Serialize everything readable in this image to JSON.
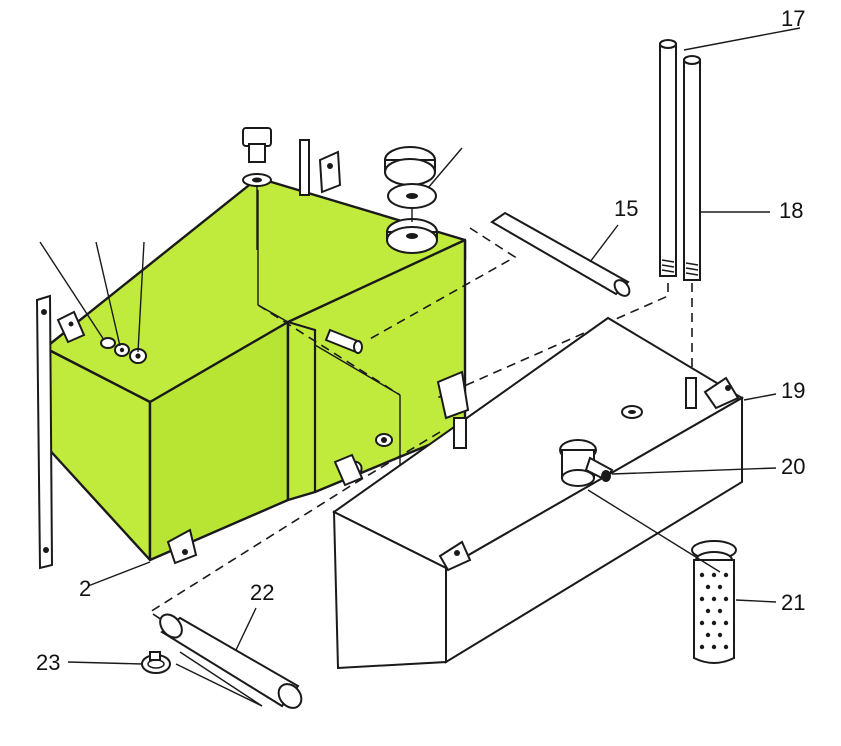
{
  "colors": {
    "tank_fill": "#c0ea3c",
    "tank_fill_dark": "#a9d826",
    "line": "#1a1a1a",
    "background": "#ffffff"
  },
  "callouts": {
    "c2": "2",
    "c15": "15",
    "c17": "17",
    "c18": "18",
    "c19": "19",
    "c20": "20",
    "c21": "21",
    "c22": "22",
    "c23": "23"
  }
}
